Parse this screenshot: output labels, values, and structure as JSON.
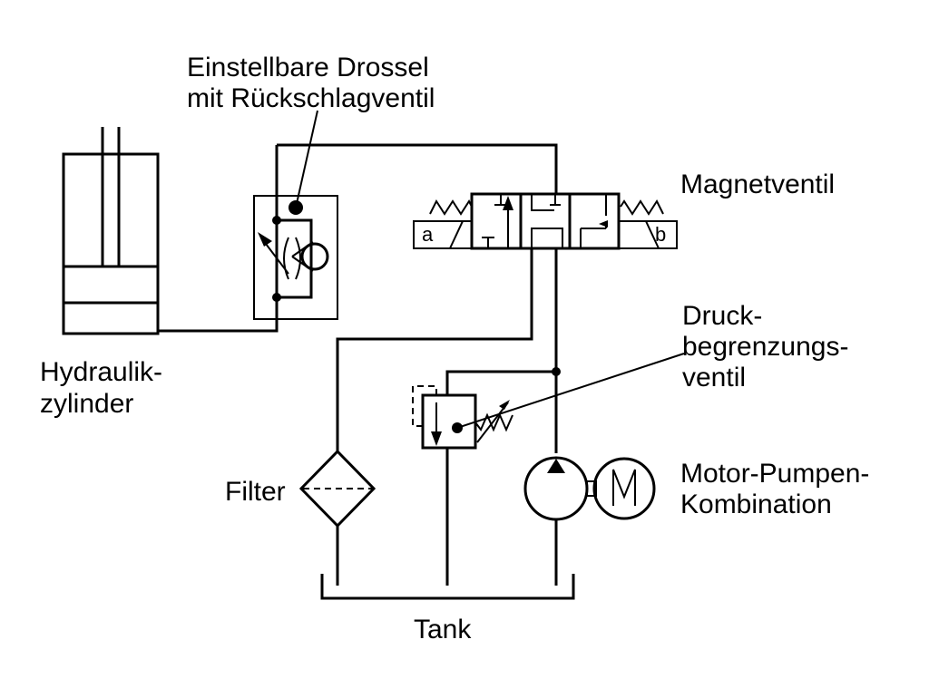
{
  "labels": {
    "throttle_line1": "Einstellbare Drossel",
    "throttle_line2": "mit Rückschlagventil",
    "solenoid_valve": "Magnetventil",
    "cylinder_line1": "Hydraulik-",
    "cylinder_line2": "zylinder",
    "relief_line1": "Druck-",
    "relief_line2": "begrenzungs-",
    "relief_line3": "ventil",
    "filter": "Filter",
    "motor_pump_line1": "Motor-Pumpen-",
    "motor_pump_line2": "Kombination",
    "tank": "Tank"
  },
  "ports": {
    "a": "a",
    "b": "b"
  }
}
